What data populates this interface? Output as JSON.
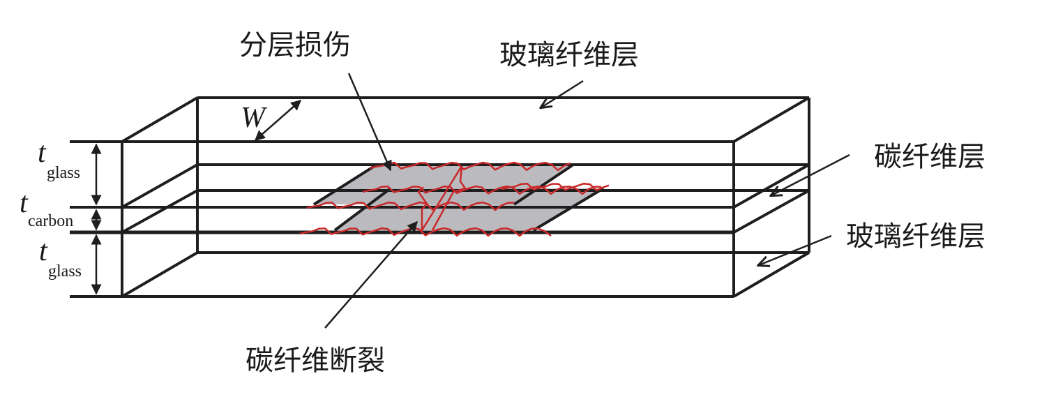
{
  "labels": {
    "delamination": "分层损伤",
    "glass_layer_top": "玻璃纤维层",
    "carbon_layer": "碳纤维层",
    "glass_layer_right": "玻璃纤维层",
    "carbon_fracture": "碳纤维断裂",
    "width_symbol": "W",
    "t_symbol": "t",
    "glass_sub": "glass",
    "carbon_sub": "carbon"
  },
  "colors": {
    "line": "#1e1e1e",
    "crack": "#c8282a",
    "damage_fill": "#b4b4b8"
  }
}
